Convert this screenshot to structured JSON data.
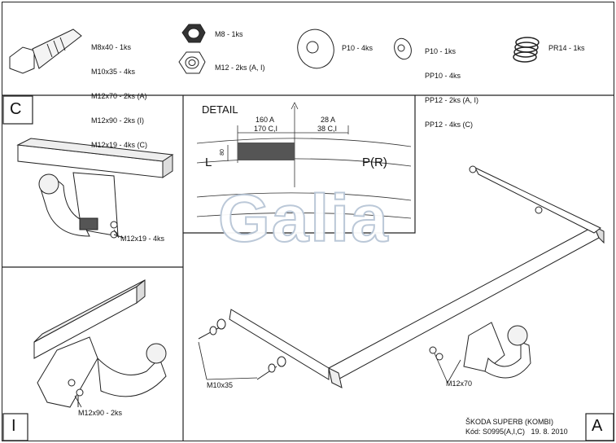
{
  "parts": {
    "bolt_list": [
      "M8x40 - 1ks",
      "M10x35 - 4ks",
      "M12x70 - 2ks (A)",
      "M12x90 - 2ks (I)",
      "M12x19 - 4ks (C)"
    ],
    "nut_m8": "M8 - 1ks",
    "nut_m12": "M12 - 2ks (A, I)",
    "washer_p10": "P10 - 4ks",
    "washer_list": [
      "P10 - 1ks",
      "PP10 - 4ks",
      "PP12 - 2ks (A, I)",
      "PP12 - 4ks (C)"
    ],
    "spring_washer": "PR14 - 1ks"
  },
  "panels": {
    "c_letter": "C",
    "c_callout": "M12x19 - 4ks",
    "i_letter": "I",
    "i_callout": "M12x90 - 2ks",
    "a_letter": "A",
    "a_callout_left": "M10x35",
    "a_callout_right": "M12x70"
  },
  "detail": {
    "title": "DETAIL",
    "dim_left_top": "160 A",
    "dim_left_bottom": "170 C,I",
    "dim_right_top": "28 A",
    "dim_right_bottom": "38 C,I",
    "dim_height": "80",
    "side_left": "L",
    "side_right": "P(R)"
  },
  "watermark": "Galia",
  "footer": {
    "model": "ŠKODA SUPERB (KOMBI)",
    "code": "Kód: S0995(A,I,C)   19. 8. 2010"
  }
}
